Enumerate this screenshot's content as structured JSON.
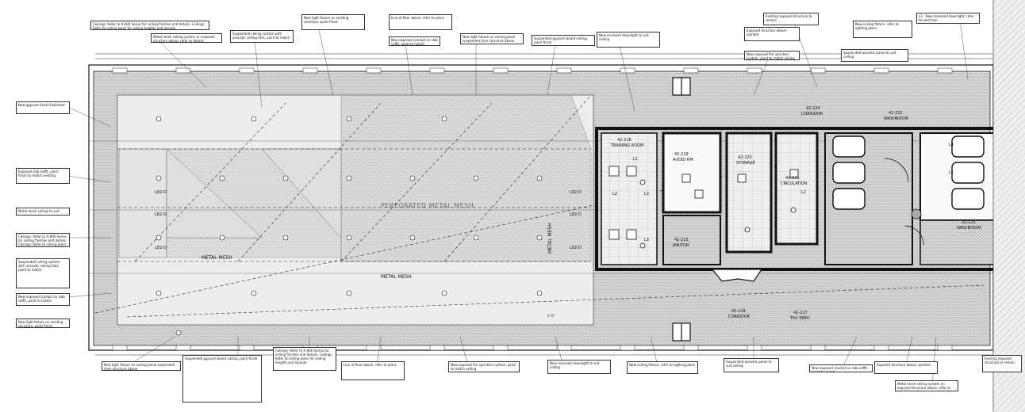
{
  "notes": {
    "n1": "Ceilings: Refer to A-600 Series for ceiling finishes and details. Ceilings: Refer to ceiling plans for ceiling heights and layouts.",
    "n2": "Metal mesh ceiling system on exposed structure above, refer to details",
    "n3": "Suspended ceiling system with acoustic ceiling tiles, paint to match",
    "n4": "New light fixture on existing structure, paint finish",
    "n5": "Line of floor above, refer to plans",
    "n6": "New exposed conduit on slab soffit, paint to match",
    "n7": "New light fixture on ceiling panel suspended from structure above",
    "n8": "Suspended gypsum board ceiling, paint finish",
    "n9": "New recessed downlight to suit ceiling",
    "n10": "Exposed structure above, painted",
    "n11": "New exposed fire sprinkler system, paint to match ceiling",
    "n12": "Existing exposed structure to remain",
    "n13": "New ceiling fixture, refer to lighting plans",
    "n14": "Suspended acoustic panel to suit ceiling",
    "n15": "L3 - New recessed downlight, refer to electrical",
    "n16": "New gypsum board bulkhead",
    "n17": "Exposed slab soffit, paint finish to match existing",
    "n18": "Metal mesh ceiling to suit"
  },
  "rooms": {
    "r1_num": "42-218",
    "r1_name": "TRAINING ROOM",
    "r2_num": "42-219",
    "r2_name": "AUDIO RM.",
    "r3_num": "42-220",
    "r3_name": "STORAGE",
    "r4_num": "42-221",
    "r4_name": "CIRCULATION",
    "r5_num": "42-222",
    "r5_name": "WASHROOM",
    "r6_num": "42-223",
    "r6_name": "JANITOR",
    "r7_num": "42-224",
    "r7_name": "CORRIDOR",
    "r8_num": "42-225",
    "r8_name": "WASHROOM",
    "r9_num": "42-217",
    "r9_name": "TAX SERV.",
    "r10_num": "42-216",
    "r10_name": "CORRIDOR"
  },
  "labels": {
    "metal_mesh_1": "METAL MESH",
    "metal_mesh_2": "METAL MESH",
    "metal_mesh_3": "METAL MESH",
    "perforated": "PERFORATED METAL MESH",
    "l1": "L1",
    "l2": "L2",
    "l3": "L3",
    "l4": "L4",
    "l82a": "L82-D",
    "l82b": "L82-D",
    "l82c": "L82-D",
    "l82d": "L82-D",
    "l82e": "L82-D",
    "l82f": "L82-D",
    "tag1": "L1",
    "tag2": "L2",
    "tag3": "L3",
    "dim": "2'-6\""
  }
}
